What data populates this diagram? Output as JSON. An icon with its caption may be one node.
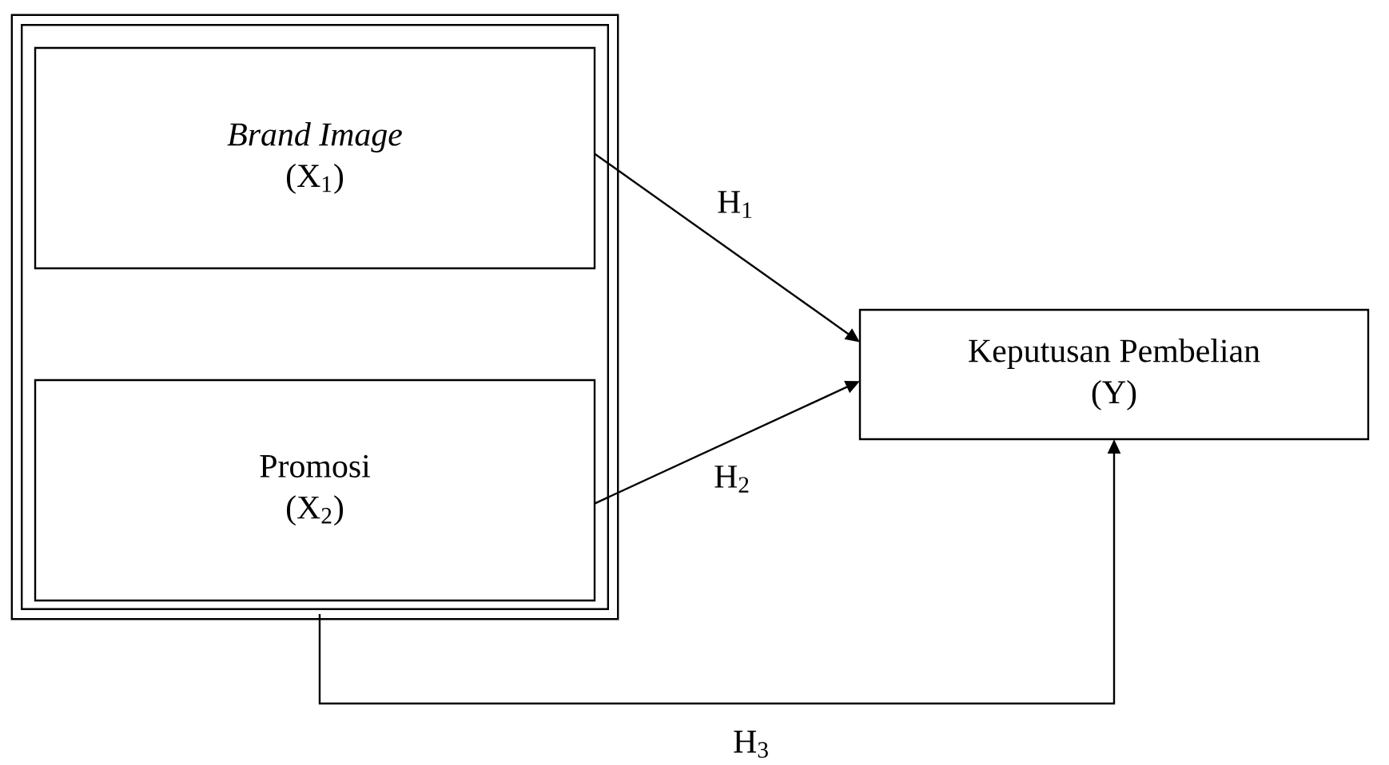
{
  "diagram": {
    "nodes": [
      {
        "text": [],
        "shape": "box"
      },
      {
        "text": [
          "*Brand Image*",
          "(X$_{1}$)"
        ],
        "in": 0
      },
      {
        "text": [
          "Promosi",
          "(X$_{2}$)"
        ],
        "in": 0
      },
      {
        "text": [
          "Keputusan Pembelian",
          "(Y)"
        ]
      }
    ],
    "edges": [
      {
        "from": 1,
        "to": 3,
        "arrow": "to",
        "label": "H$_{1}$"
      },
      {
        "from": 2,
        "to": 3,
        "arrow": "to",
        "label": "H$_{2}$"
      },
      {
        "from": 0,
        "to": 3,
        "arrow": "to",
        "label": "H$_{3}$"
      }
    ]
  }
}
